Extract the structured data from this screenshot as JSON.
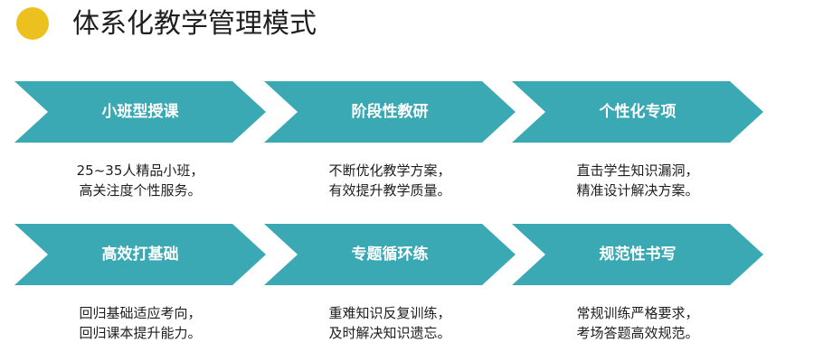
{
  "title": "体系化教学管理模式",
  "colors": {
    "accent_dot": "#ecc11f",
    "arrow_fill": "#3aa9b4"
  },
  "items": [
    {
      "label": "小班型授课",
      "lines": [
        "25~35人精品小班，",
        "高关注度个性服务。"
      ]
    },
    {
      "label": "阶段性教研",
      "lines": [
        "不断优化教学方案，",
        "有效提升教学质量。"
      ]
    },
    {
      "label": "个性化专项",
      "lines": [
        "直击学生知识漏洞，",
        "精准设计解决方案。"
      ]
    },
    {
      "label": "高效打基础",
      "lines": [
        "回归基础适应考向，",
        "回归课本提升能力。"
      ]
    },
    {
      "label": "专题循环练",
      "lines": [
        "重难知识反复训练，",
        "及时解决知识遗忘。"
      ]
    },
    {
      "label": "规范性书写",
      "lines": [
        "常规训练严格要求，",
        "考场答题高效规范。"
      ]
    }
  ]
}
